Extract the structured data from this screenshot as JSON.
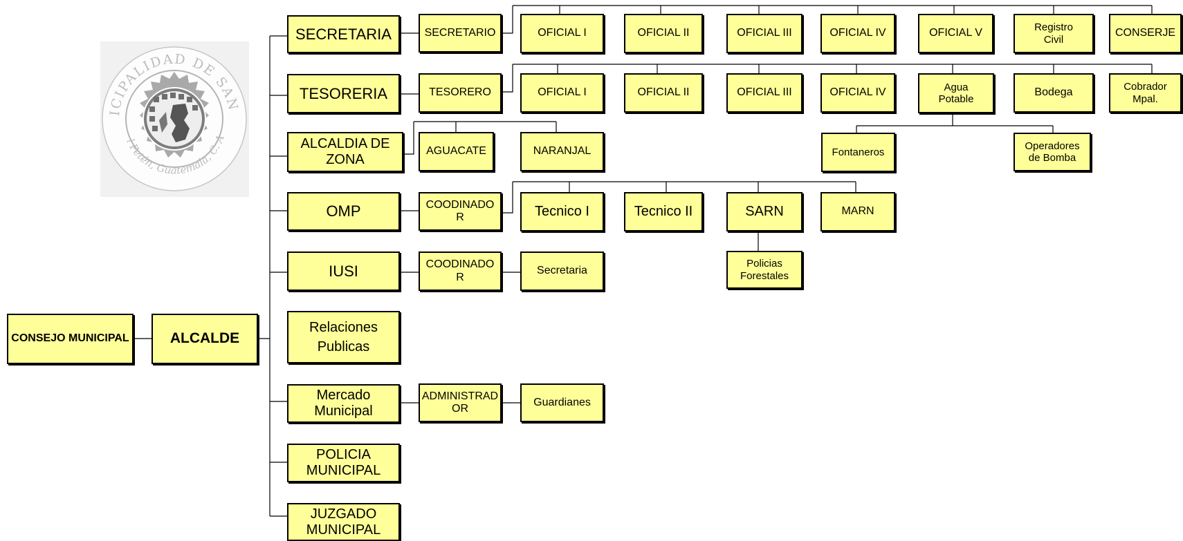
{
  "seal": {
    "text": "MUNICIPALIDAD DE SAN LUIS",
    "bottom_text": "El Petén, Guatemala, C. A."
  },
  "nodes": {
    "consejo": "CONSEJO MUNICIPAL",
    "alcalde": "ALCALDE",
    "secretaria": "SECRETARIA",
    "tesoreria": "TESORERIA",
    "alcaldia_zona": "ALCALDIA DE ZONA",
    "omp": "OMP",
    "iusi": "IUSI",
    "relaciones": "Relaciones Publicas",
    "mercado": "Mercado Municipal",
    "policia": "POLICIA MUNICIPAL",
    "juzgado": "JUZGADO MUNICIPAL",
    "secretario": "SECRETARIO",
    "tesorero": "TESORERO",
    "aguacate": "AGUACATE",
    "naranjal": "NARANJAL",
    "coordinador_omp": "COODINADOR",
    "coordinador_iusi": "COODINADOR",
    "administrador": "ADMINISTRADOR",
    "sec_oficial_1": "OFICIAL I",
    "sec_oficial_2": "OFICIAL II",
    "sec_oficial_3": "OFICIAL III",
    "sec_oficial_4": "OFICIAL IV",
    "sec_oficial_5": "OFICIAL V",
    "registro_civil": "Registro Civil",
    "conserje": "CONSERJE",
    "tes_oficial_1": "OFICIAL I",
    "tes_oficial_2": "OFICIAL II",
    "tes_oficial_3": "OFICIAL III",
    "tes_oficial_4": "OFICIAL IV",
    "agua_potable": "Agua Potable",
    "bodega": "Bodega",
    "cobrador": "Cobrador Mpal.",
    "fontaneros": "Fontaneros",
    "operadores": "Operadores de Bomba",
    "tecnico_1": "Tecnico I",
    "tecnico_2": "Tecnico II",
    "sarn": "SARN",
    "marn": "MARN",
    "policias_forestales": "Policias Forestales",
    "secretaria_iusi": "Secretaria",
    "guardianes": "Guardianes"
  },
  "colors": {
    "box_fill": "#ffff99",
    "border": "#000000",
    "seal": "#b8b8b8"
  }
}
